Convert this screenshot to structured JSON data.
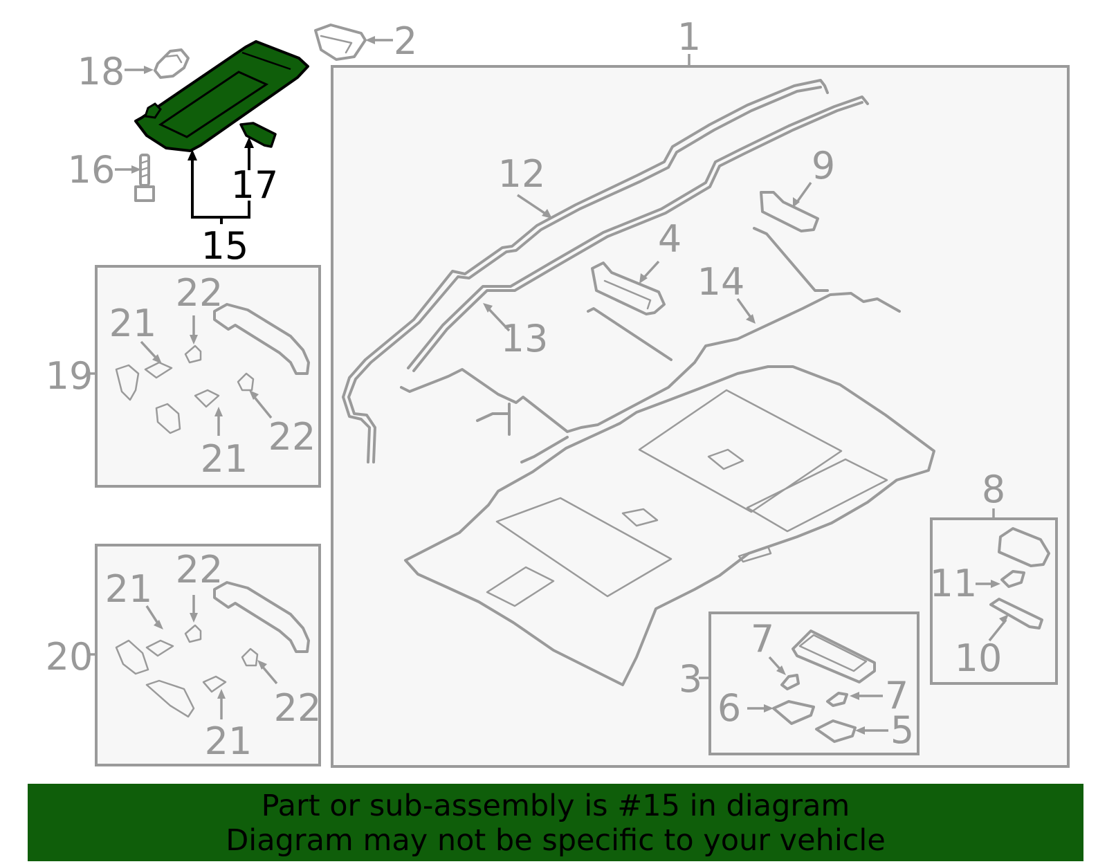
{
  "callouts": {
    "c1": "1",
    "c2": "2",
    "c3": "3",
    "c4": "4",
    "c5": "5",
    "c6": "6",
    "c7a": "7",
    "c7b": "7",
    "c8": "8",
    "c9": "9",
    "c10": "10",
    "c11": "11",
    "c12": "12",
    "c13": "13",
    "c14": "14",
    "c15": "15",
    "c16": "16",
    "c17": "17",
    "c18": "18",
    "c19": "19",
    "c20": "20",
    "c21a": "21",
    "c21b": "21",
    "c21c": "21",
    "c21d": "21",
    "c22a": "22",
    "c22b": "22",
    "c22c": "22",
    "c22d": "22"
  },
  "banner": {
    "line1": "Part or sub-assembly is #15 in diagram",
    "line2": "Diagram may not be specific to your vehicle"
  },
  "colors": {
    "highlight_part": "#0f5e0a",
    "banner_background": "#0f5e0a",
    "part_outline": "#9a9a9a",
    "box_fill": "#f7f7f7"
  }
}
